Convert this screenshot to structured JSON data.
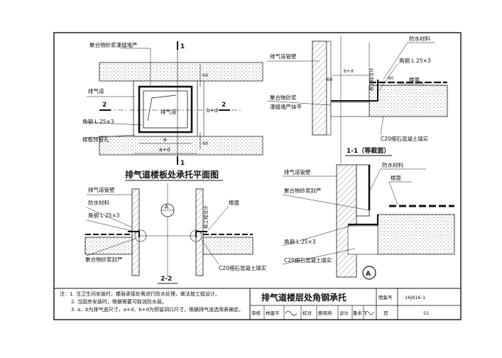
{
  "plan": {
    "title": "排气道楼板处承托平面图",
    "labels": {
      "grout": "聚合物砂浆灌缝堵严",
      "duct": "排气道",
      "angle": "角钢 L 25×3",
      "hole": "楼板预留孔",
      "duct_inner": "排气道"
    },
    "dims": {
      "a": "a",
      "a_d": "a+d",
      "b_d": "b+d",
      "sixty_top": "60",
      "sixty_bottom": "60"
    },
    "section_marks": {
      "left": "2",
      "right": "2",
      "top": "1",
      "bottom": "1"
    }
  },
  "sec11": {
    "title": "1-1（等截面）",
    "labels": {
      "pipe_wall": "排气道管壁",
      "waterproof": "防水材料",
      "angle": "角钢 L 25×3",
      "floor": "楼面",
      "grout": "聚合物砂浆",
      "grout2": "灌缝堵严抹平",
      "concrete": "C20细石混凝土填实",
      "eng_design": "按工程设计"
    },
    "dims": {
      "sixty_a": "60",
      "sixty_b": "60",
      "bd": "b+d"
    }
  },
  "sec22": {
    "title": "2-2",
    "labels": {
      "pipe_wall": "排气道管壁",
      "waterproof": "防水材料",
      "angle": "角钢 L 25×3",
      "floor": "楼面",
      "seal": "聚合物砂浆封严",
      "concrete": "C20细石混凝土填实",
      "eng_design": "按工程设计"
    },
    "detail_ref": "A"
  },
  "detailA": {
    "labels": {
      "pipe_wall": "排气道管壁",
      "waterproof": "防水材料",
      "seal": "聚合物砂浆封严",
      "floor": "楼面",
      "angle": "角钢 L 25×3",
      "concrete": "C20细石混凝土填实"
    },
    "mark": "A"
  },
  "notes": [
    "注：1. 当卫生间安装时，楼层承接处需进行防水处理，做法按工程设计。",
    "2. 当厨房安装时，根据需要可取消防水层。",
    "3. a、b为排气道尺寸，a+d、b+d为预留洞口尺寸，根据排气道选用表确定。"
  ],
  "titleblock": {
    "main_title": "排气道楼层处角钢承托",
    "atlas_label": "图集号",
    "atlas_no": "16J916-1",
    "page_label": "页",
    "page_no": "51",
    "review_label": "审核",
    "review_name": "林建平",
    "check_label": "校对",
    "check_name": "鲍晓燕",
    "design_label": "设计",
    "design_name": "鲁永飞"
  }
}
